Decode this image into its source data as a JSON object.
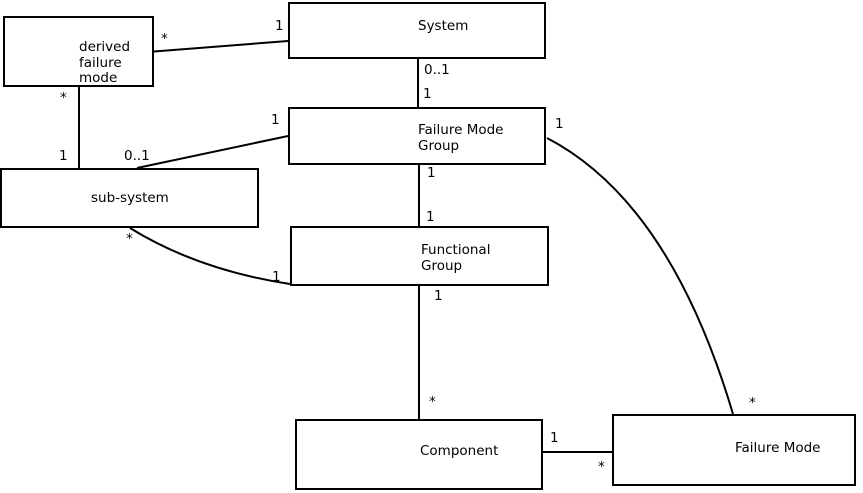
{
  "diagram_type": "uml-class-association-diagram",
  "colors": {
    "background": "#ffffff",
    "box_fill": "#ffffff",
    "box_border": "#000000",
    "line": "#000000",
    "text": "#000000"
  },
  "entities": [
    {
      "id": "derived-failure-mode",
      "label": "derived\nfailure\nmode"
    },
    {
      "id": "system",
      "label": "System"
    },
    {
      "id": "failure-mode-group",
      "label": "Failure Mode\nGroup"
    },
    {
      "id": "sub-system",
      "label": "sub-system"
    },
    {
      "id": "functional-group",
      "label": "Functional\nGroup"
    },
    {
      "id": "component",
      "label": "Component"
    },
    {
      "id": "failure-mode",
      "label": "Failure Mode"
    }
  ],
  "relationships": [
    {
      "from": "derived-failure-mode",
      "to": "system",
      "from_multiplicity": "*",
      "to_multiplicity": "1"
    },
    {
      "from": "system",
      "to": "failure-mode-group",
      "from_multiplicity": "0..1",
      "to_multiplicity": "1"
    },
    {
      "from": "sub-system",
      "to": "derived-failure-mode",
      "from_multiplicity": "1",
      "to_multiplicity": "*"
    },
    {
      "from": "sub-system",
      "to": "failure-mode-group",
      "from_multiplicity": "0..1",
      "to_multiplicity": "1"
    },
    {
      "from": "failure-mode-group",
      "to": "functional-group",
      "from_multiplicity": "1",
      "to_multiplicity": "1"
    },
    {
      "from": "sub-system",
      "to": "functional-group",
      "from_multiplicity": "*",
      "to_multiplicity": "1"
    },
    {
      "from": "functional-group",
      "to": "component",
      "from_multiplicity": "1",
      "to_multiplicity": "*"
    },
    {
      "from": "component",
      "to": "failure-mode",
      "from_multiplicity": "1",
      "to_multiplicity": "*"
    },
    {
      "from": "failure-mode-group",
      "to": "failure-mode",
      "from_multiplicity": "1",
      "to_multiplicity": "*"
    }
  ]
}
